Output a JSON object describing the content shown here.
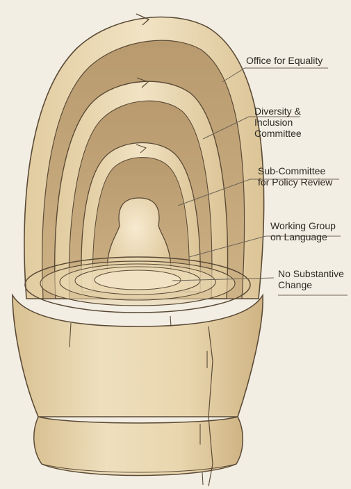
{
  "labels": [
    "Office for Equality",
    "Diversity &\nInclusion\nCommittee",
    "Sub-Committee\nfor Policy Review",
    "Working Group\non Language",
    "No Substantive\nChange"
  ],
  "colors": {
    "background": "#f3eee3",
    "wood_light": "#eddcb8",
    "wood_mid": "#dfc89c",
    "interior_shadow": "#c2a57a",
    "outline": "#5a4a36",
    "leader_line": "#6b6355"
  }
}
